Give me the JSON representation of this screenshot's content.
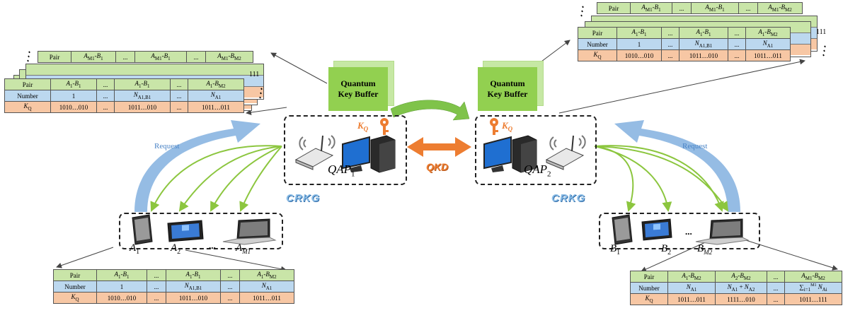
{
  "buffers": {
    "left": {
      "line1": "Quantum",
      "line2": "Key Buffer"
    },
    "right": {
      "line1": "Quantum",
      "line2": "Key Buffer"
    }
  },
  "qap": {
    "left": {
      "label": "QAP",
      "sub": "1",
      "key": "K",
      "key_sub": "Q"
    },
    "right": {
      "label": "QAP",
      "sub": "2",
      "key": "K",
      "key_sub": "Q"
    }
  },
  "link": {
    "qkd": "QKD",
    "crkg_left": "CRKG",
    "crkg_right": "CRKG",
    "request_left": "Request",
    "request_right": "Request"
  },
  "devices": {
    "left": {
      "labels": [
        {
          "t": "A",
          "s": "1"
        },
        {
          "t": "A",
          "s": "2"
        },
        {
          "t": "A",
          "s": "M1"
        }
      ],
      "ellipsis": "..."
    },
    "right": {
      "labels": [
        {
          "t": "B",
          "s": "1"
        },
        {
          "t": "B",
          "s": "2"
        },
        {
          "t": "B",
          "s": "M2"
        }
      ],
      "ellipsis": "..."
    }
  },
  "tables": {
    "top_left_back": {
      "row_label": "Pair",
      "cells": [
        "A_{M1}-B_1",
        "...",
        "A_{M1}-B_1",
        "...",
        "A_{M1}-B_{M2}"
      ]
    },
    "top_left_front": {
      "rows": [
        [
          "Pair",
          "A_1-B_1",
          "...",
          "A_1-B_1",
          "...",
          "A_1-B_{M2}"
        ],
        [
          "Number",
          "1",
          "...",
          "N_{A1,B1}",
          "...",
          "N_{A1}"
        ],
        [
          "K_Q",
          "1010…010",
          "...",
          "1011…010",
          "...",
          "1011…011"
        ]
      ]
    },
    "top_right_back": {
      "row_label": "Pair",
      "cells": [
        "A_{M1}-B_1",
        "...",
        "A_{M1}-B_1",
        "...",
        "A_{M1}-B_{M2}"
      ]
    },
    "top_right_front": {
      "rows": [
        [
          "Pair",
          "A_1-B_1",
          "...",
          "A_1-B_1",
          "...",
          "A_1-B_{M2}"
        ],
        [
          "Number",
          "1",
          "...",
          "N_{A1,B1}",
          "...",
          "N_{A1}"
        ],
        [
          "K_Q",
          "1010…010",
          "...",
          "1011…010",
          "...",
          "1011…011"
        ]
      ]
    },
    "bottom_left": {
      "rows": [
        [
          "Pair",
          "A_1-B_1",
          "...",
          "A_1-B_1",
          "...",
          "A_1-B_{M2}"
        ],
        [
          "Number",
          "1",
          "...",
          "N_{A1,B1}",
          "...",
          "N_{A1}"
        ],
        [
          "K_Q",
          "1010…010",
          "...",
          "1011…010",
          "...",
          "1011…011"
        ]
      ]
    },
    "bottom_right": {
      "rows": [
        [
          "Pair",
          "A_1-B_{M2}",
          "A_2-B_{M2}",
          "...",
          "A_{M1}-B_{M2}"
        ],
        [
          "Number",
          "N_{A1}",
          "N_{A1} + N_{A2}",
          "...",
          "∑_{i=1}^{M1} N_{Ai}"
        ],
        [
          "K_Q",
          "1011…011",
          "1111…010",
          "...",
          "1011…111"
        ]
      ]
    },
    "stack_tail_left": "111",
    "stack_tail_right": "111"
  },
  "colors": {
    "green": "#92d050",
    "blue_arrow": "#8fb8e3",
    "orange": "#ed7d31",
    "curve": "#8cc63f"
  }
}
